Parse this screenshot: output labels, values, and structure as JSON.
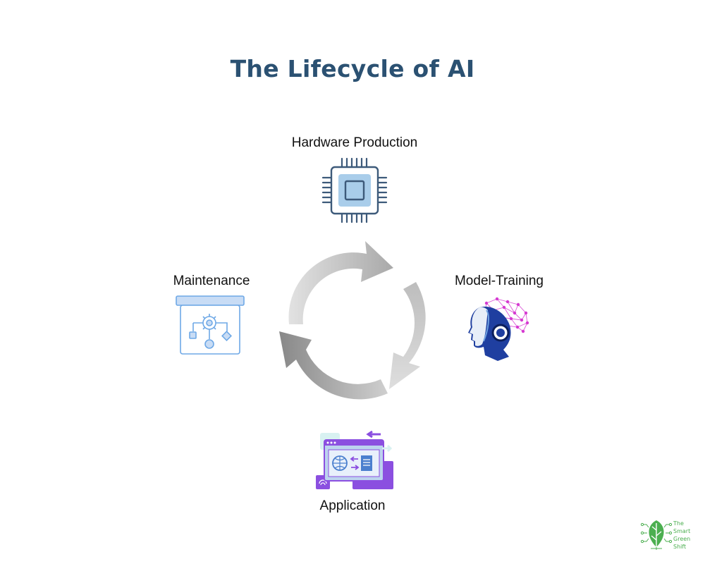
{
  "title": "The Lifecycle of AI",
  "stages": {
    "hardware": "Hardware Production",
    "model_training": "Model-Training",
    "application": "Application",
    "maintenance": "Maintenance"
  },
  "brand": {
    "line1": "The",
    "line2": "Smart",
    "line3": "Green",
    "line4": "Shift"
  },
  "colors": {
    "title": "#2b5172",
    "chip": "#3d5a7a",
    "chip_fill": "#a9cdea",
    "maintenance": "#6ea8e6",
    "ai_head": "#1f3fa0",
    "neural_net": "#d63ad1",
    "app_purple": "#8b4fe0",
    "arrow_gray": "#a9a9a9",
    "brand_green": "#4caf50"
  },
  "icons": [
    "cpu-chip-icon",
    "ai-head-icon",
    "web-application-icon",
    "maintenance-board-icon",
    "cycle-arrows-icon",
    "leaf-circuit-logo-icon"
  ]
}
